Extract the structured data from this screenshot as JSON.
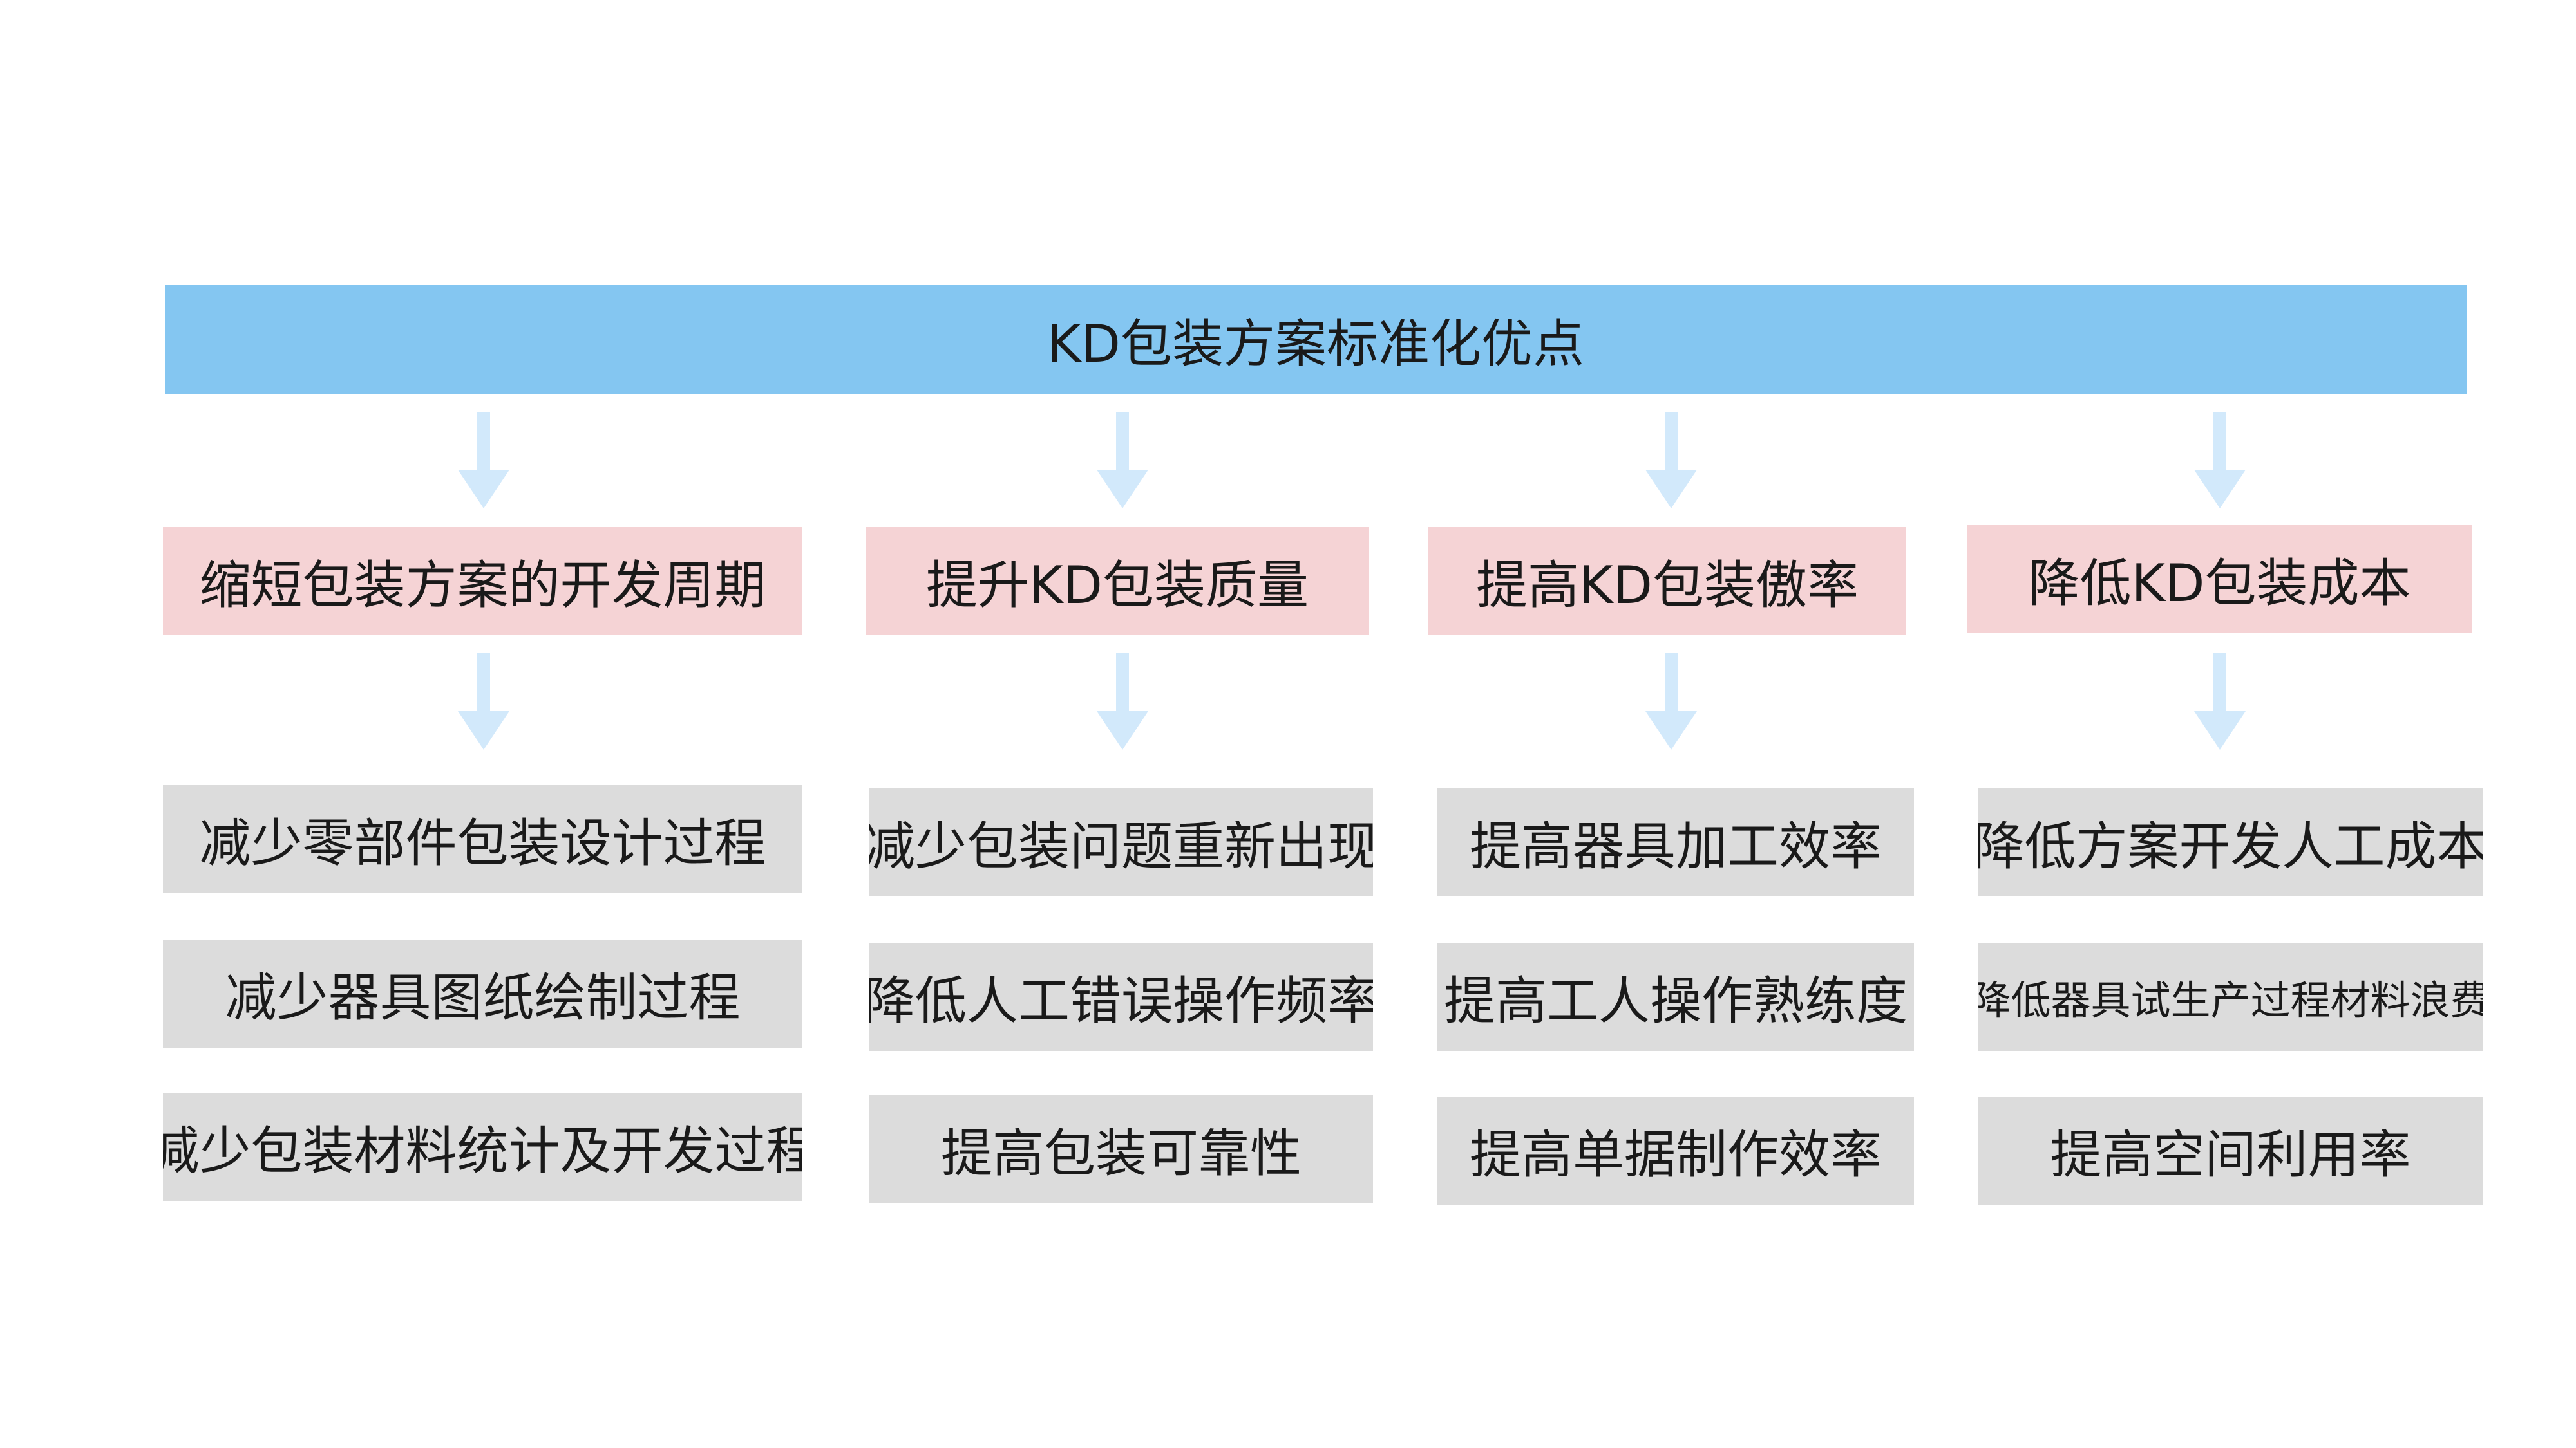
{
  "title": "KD包装方案标准化优点",
  "colors": {
    "title_fill": "#84c6f1",
    "category_fill": "#f5d3d5",
    "item_fill": "#dcdcdc",
    "arrow": "#d2e9fb"
  },
  "categories": [
    {
      "label": "缩短包装方案的开发周期",
      "items": [
        "减少零部件包装设计过程",
        "减少器具图纸绘制过程",
        "减少包装材料统计及开发过程"
      ]
    },
    {
      "label": "提升KD包装质量",
      "items": [
        "减少包装问题重新出现",
        "降低人工错误操作频率",
        "提高包装可靠性"
      ]
    },
    {
      "label": "提高KD包装傲率",
      "items": [
        "提高器具加工效率",
        "提高工人操作熟练度",
        "提高单据制作效率"
      ]
    },
    {
      "label": "降低KD包装成本",
      "items": [
        "降低方案开发人工成本",
        "降低器具试生产过程材料浪费",
        "提高空间利用率"
      ]
    }
  ]
}
